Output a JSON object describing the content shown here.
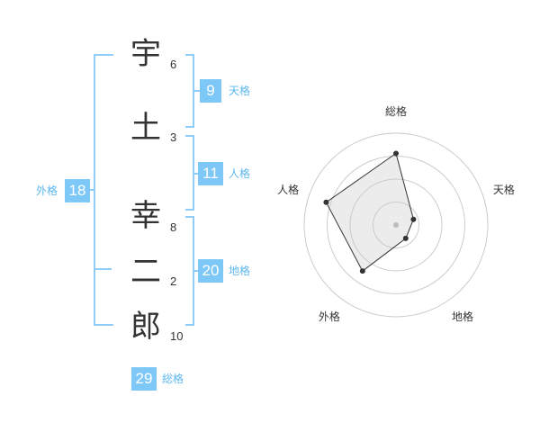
{
  "name_chars": [
    {
      "char": "宇",
      "strokes": "6"
    },
    {
      "char": "土",
      "strokes": "3"
    },
    {
      "char": "幸",
      "strokes": "8"
    },
    {
      "char": "二",
      "strokes": "2"
    },
    {
      "char": "郎",
      "strokes": "10"
    }
  ],
  "kakusuu": {
    "tenkaku": {
      "value": "9",
      "label": "天格"
    },
    "jinkaku": {
      "value": "11",
      "label": "人格"
    },
    "chikaku": {
      "value": "20",
      "label": "地格"
    },
    "gaikaku": {
      "value": "18",
      "label": "外格"
    },
    "soukaku": {
      "value": "29",
      "label": "総格"
    }
  },
  "colors": {
    "accent": "#7ec8f7",
    "bracket": "#8fcdf6",
    "label": "#5cb7ee",
    "text": "#333333"
  },
  "chart_data": {
    "type": "radar",
    "axes": [
      "総格",
      "天格",
      "地格",
      "外格",
      "人格"
    ],
    "values": [
      0.78,
      0.2,
      0.18,
      0.62,
      0.8
    ],
    "range": [
      0,
      1
    ],
    "rings": 4
  }
}
